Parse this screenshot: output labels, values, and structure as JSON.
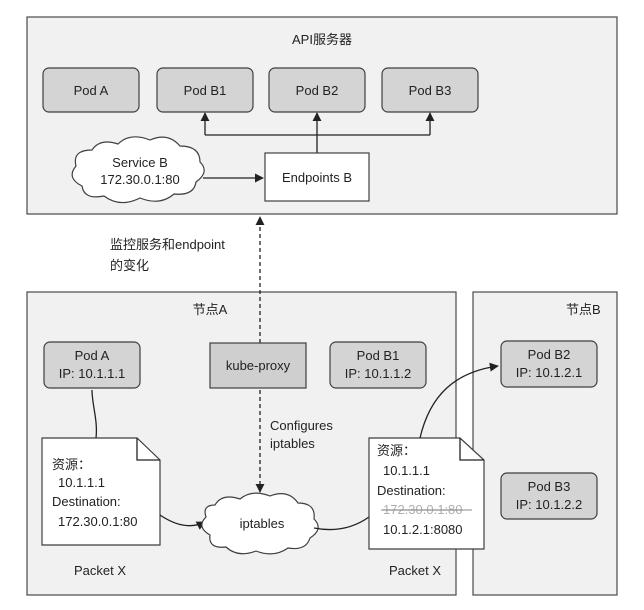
{
  "api_server": {
    "title": "API服务器"
  },
  "pods_top": [
    "Pod A",
    "Pod B1",
    "Pod B2",
    "Pod B3"
  ],
  "service": {
    "name": "Service B",
    "ip": "172.30.0.1:80"
  },
  "endpoints": {
    "label": "Endpoints B"
  },
  "watch_note": {
    "line1": "监控服务和endpoint",
    "line2": "的变化"
  },
  "node_a": {
    "title": "节点A",
    "pod_a": {
      "name": "Pod A",
      "ip": "IP: 10.1.1.1"
    },
    "kube_proxy": "kube-proxy",
    "pod_b1": {
      "name": "Pod B1",
      "ip": "IP: 10.1.1.2"
    },
    "configures": {
      "line1": "Configures",
      "line2": "iptables"
    },
    "iptables": "iptables",
    "packet_before": {
      "source_label": "资源：",
      "source_ip": "10.1.1.1",
      "dest_label": "Destination:",
      "dest_ip": "172.30.0.1:80",
      "caption": "Packet X"
    },
    "packet_after": {
      "source_label": "资源：",
      "source_ip": "10.1.1.1",
      "dest_label": "Destination:",
      "dest_old": "172.30.0.1:80",
      "dest_new": "10.1.2.1:8080",
      "caption": "Packet X"
    }
  },
  "node_b": {
    "title": "节点B",
    "pod_b2": {
      "name": "Pod B2",
      "ip": "IP: 10.1.2.1"
    },
    "pod_b3": {
      "name": "Pod B3",
      "ip": "IP: 10.1.2.2"
    }
  }
}
